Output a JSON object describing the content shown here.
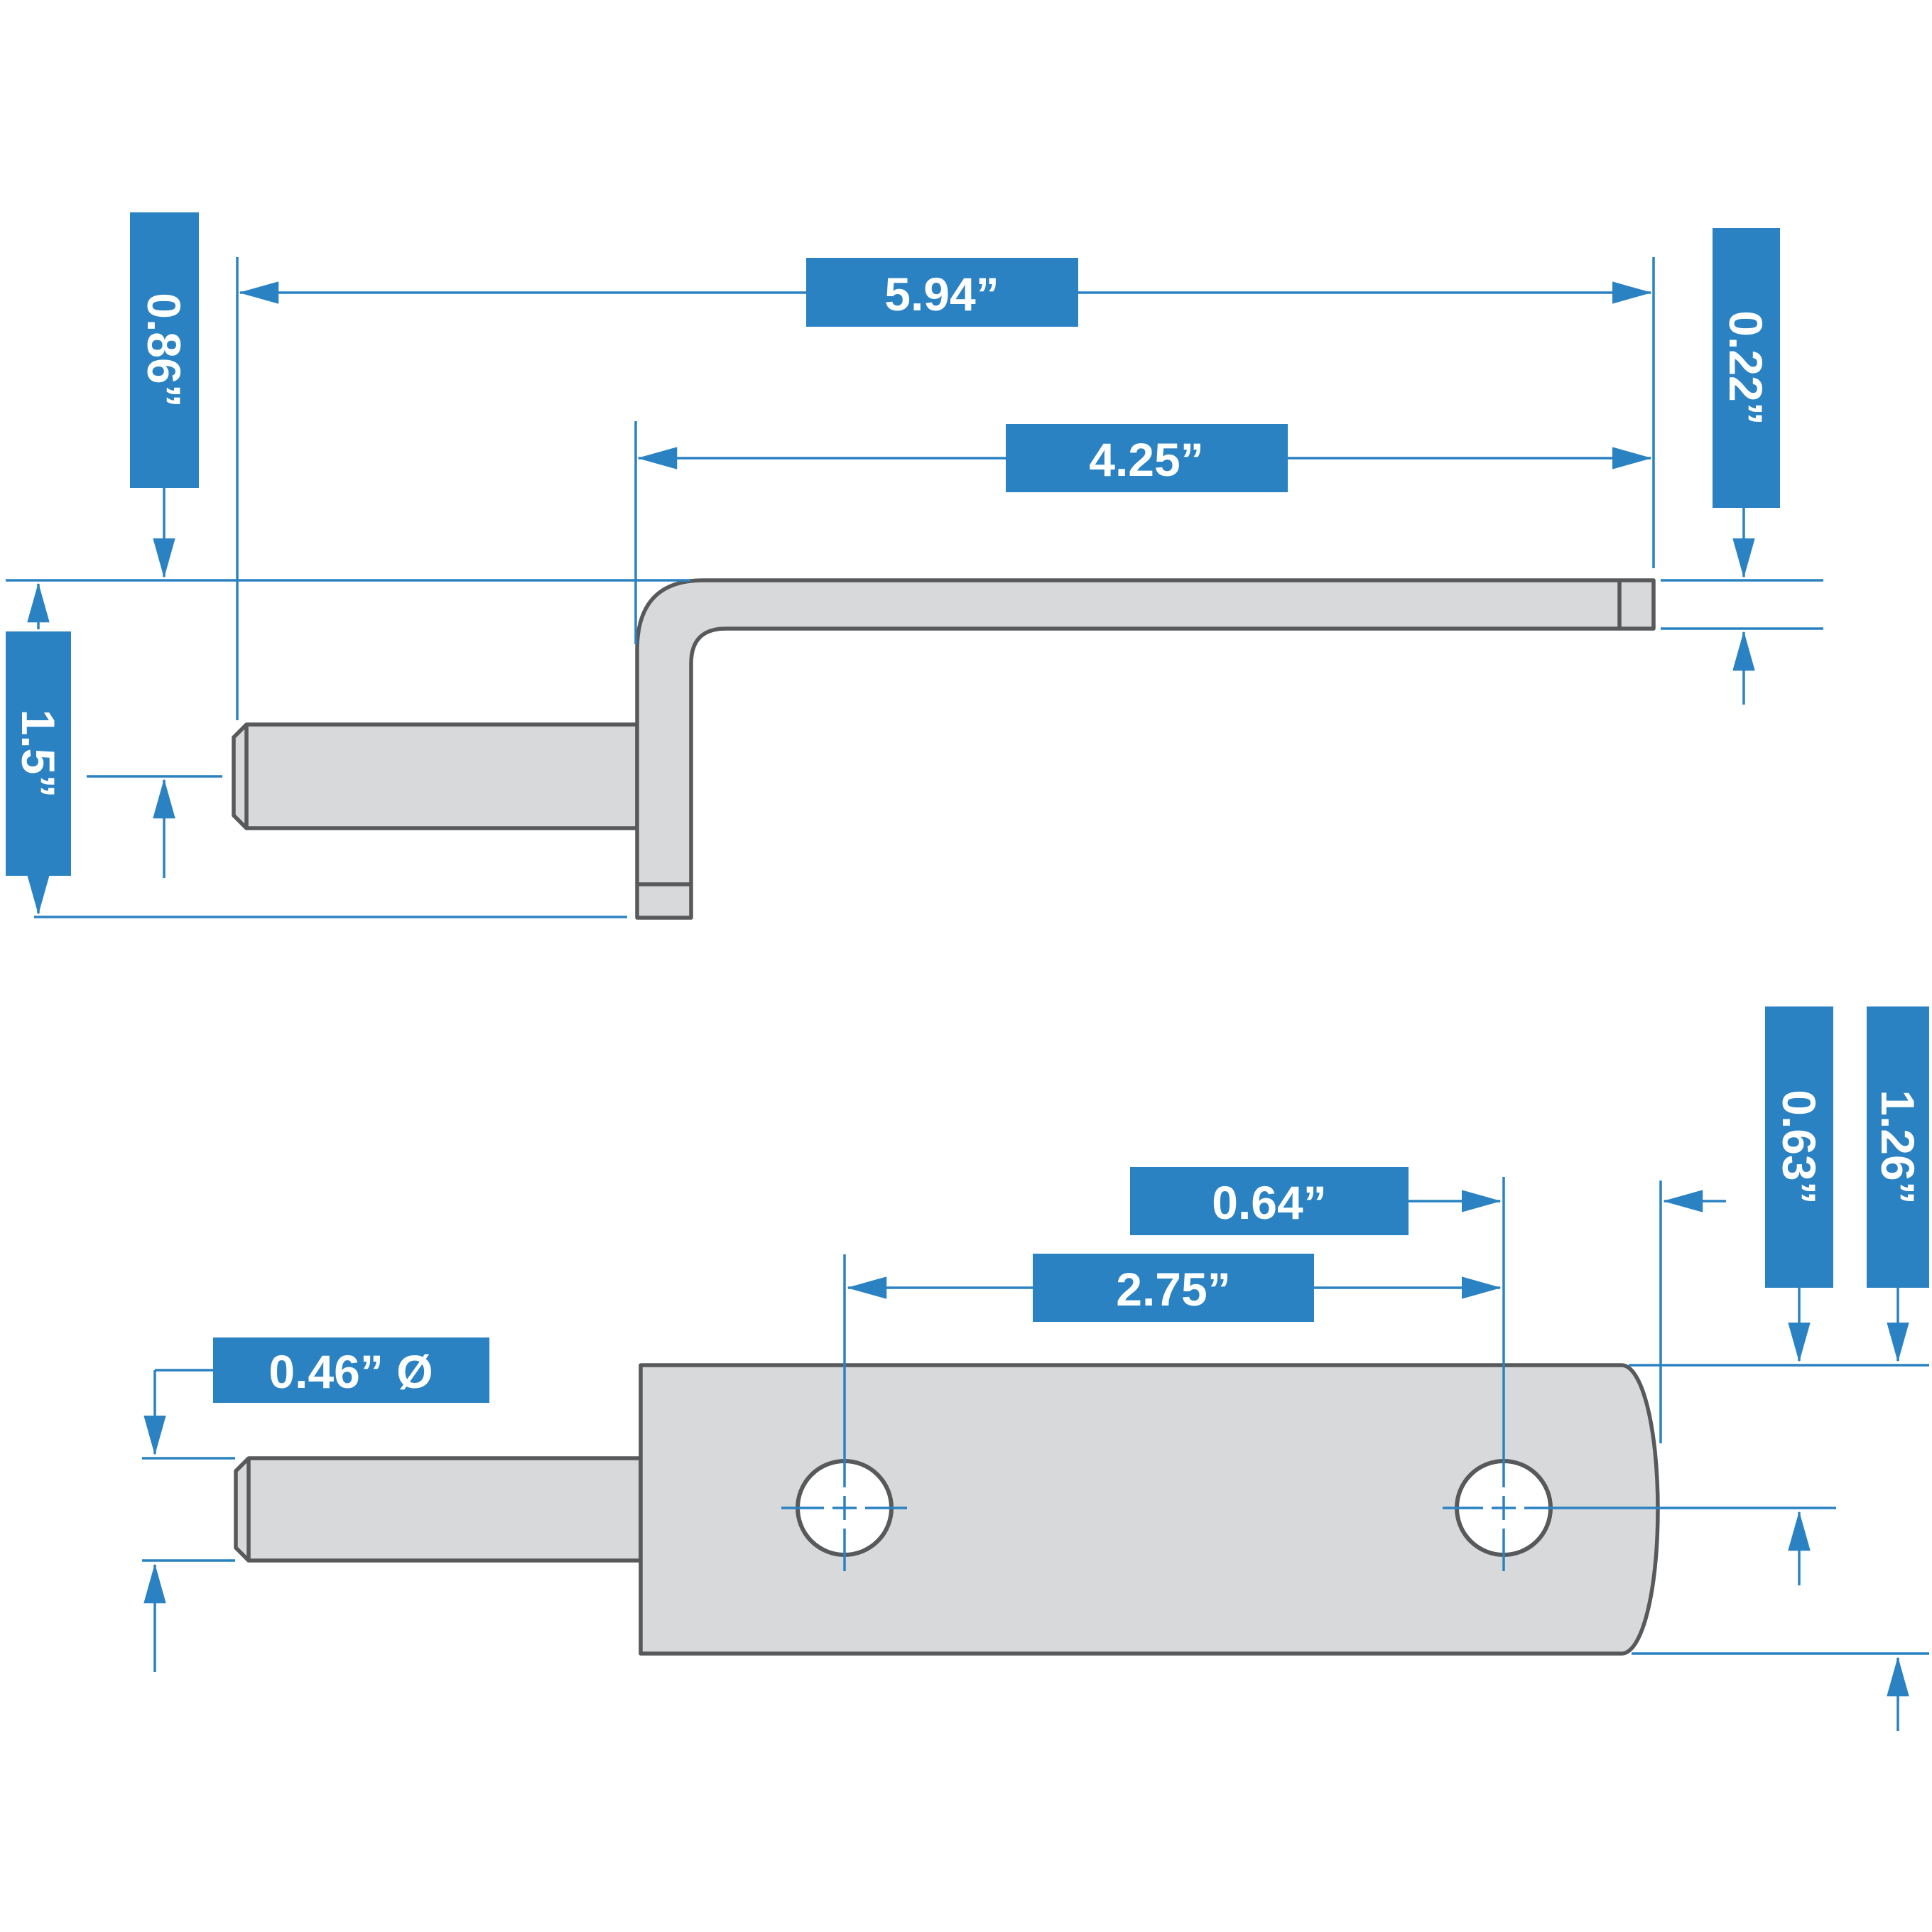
{
  "drawing": {
    "type": "technical-dimension-drawing",
    "part": "L-shaped bracket with pin and two mounting holes",
    "views": [
      "side-profile",
      "top-profile"
    ]
  },
  "colors": {
    "accent_blue": "#2A82C2",
    "part_fill": "#D8D9DA",
    "part_outline": "#58595B",
    "label_text": "#FFFFFF",
    "background": "#FFFFFF"
  },
  "side_view": {
    "dims": {
      "overall_length": "5.94”",
      "flat_section_length": "4.25”",
      "top_to_pin_center": "0.86”",
      "material_thickness": "0.22”",
      "overall_drop": "1.5”"
    }
  },
  "top_view": {
    "dims": {
      "hole_center_to_end": "0.64”",
      "hole_center_spacing": "2.75”",
      "pin_diameter": "0.46” Ø",
      "edge_to_hole_center": "0.63”",
      "bar_width": "1.26”"
    }
  }
}
